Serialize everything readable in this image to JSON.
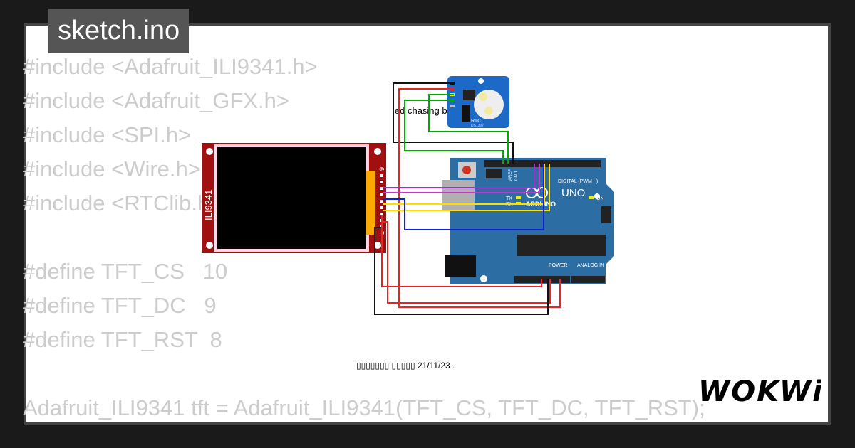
{
  "tab": {
    "title": "sketch.ino"
  },
  "code_lines": [
    "#include <Adafruit_ILI9341.h>",
    "#include <Adafruit_GFX.h>",
    "#include <SPI.h>",
    "#include <Wire.h>",
    "#include <RTClib.h>",
    "",
    "#define TFT_CS   10",
    "#define TFT_DC   9",
    "#define TFT_RST  8",
    "",
    "Adafruit_ILI9341 tft = Adafruit_ILI9341(TFT_CS, TFT_DC, TFT_RST);"
  ],
  "diagram": {
    "caption_top": "led chasing                    by arvind.",
    "caption_bottom": "▯▯▯▯▯▯▯ ▯▯▯▯▯ 21/11/23 .",
    "display_label": "ILI9341",
    "display_pin_top": "9",
    "display_pin_bottom": "1",
    "rtc_label": "RTC",
    "rtc_chip": "DS1307",
    "uno_label": "UNO",
    "uno_brand": "ARDUINO",
    "uno_digital": "DIGITAL (PWM ~)",
    "uno_power": "POWER",
    "uno_analog": "ANALOG IN",
    "uno_on": "ON",
    "uno_tx": "TX",
    "uno_rx": "RX",
    "uno_aref": "AREF",
    "uno_gnd": "GND"
  },
  "brand": {
    "logo": "WOKWi"
  },
  "colors": {
    "background": "#1a1a1a",
    "card_border": "#444444",
    "code_text": "#cccccc",
    "tab_bg": "#555555",
    "arduino_blue": "#2c6ea3",
    "display_red": "#a01010",
    "rtc_blue": "#1d69c7"
  }
}
